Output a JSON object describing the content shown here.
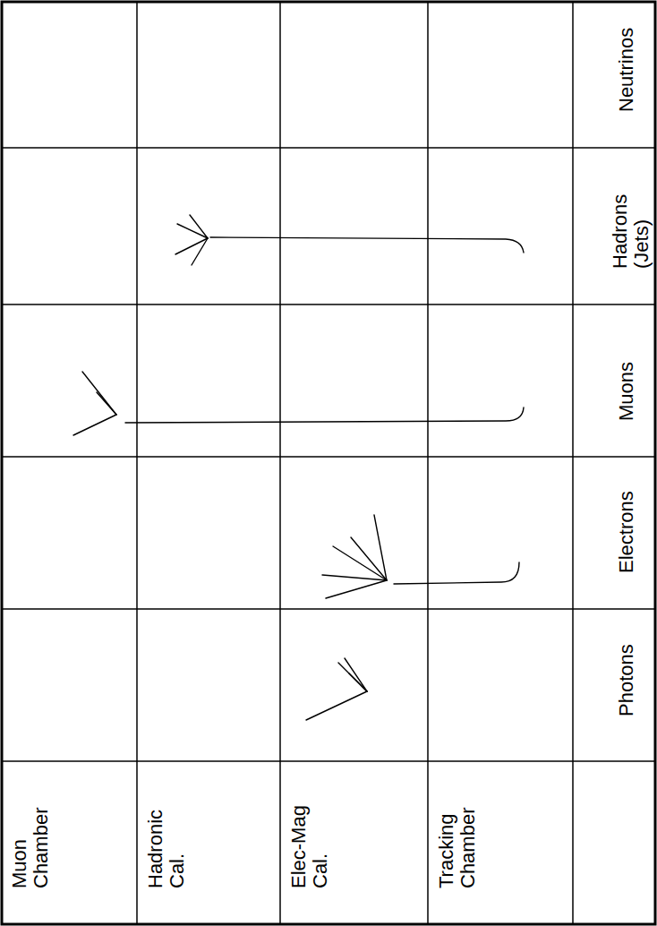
{
  "diagram": {
    "labels": [
      "Muon Chamber",
      "Hadronic Cal.",
      "Elec-Mag Cal.",
      "Tracking Chamber",
      "Photons",
      "Electrons",
      "Muons",
      "Hadrons (Jets)",
      "Neutrinos"
    ]
  }
}
